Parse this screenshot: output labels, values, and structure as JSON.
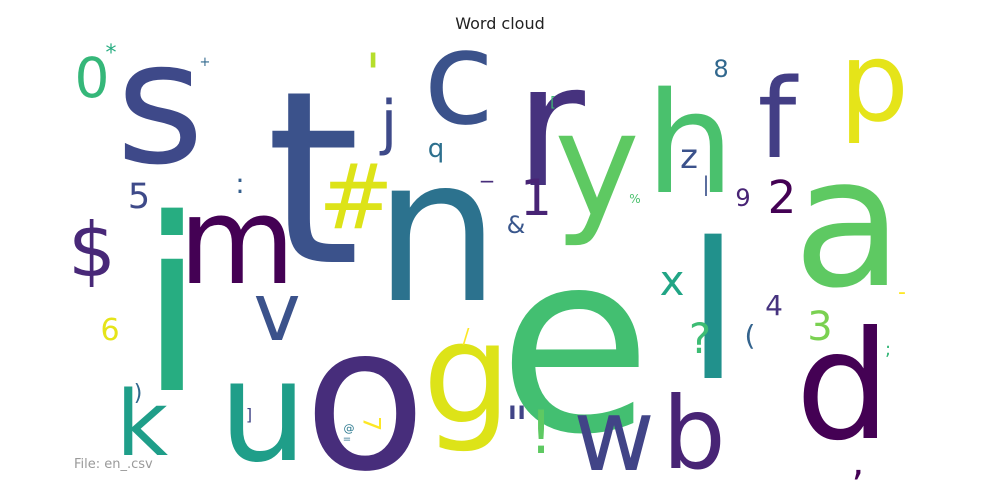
{
  "title": "Word cloud",
  "footer": "File: en_.csv",
  "chart_data": {
    "type": "wordcloud",
    "title": "Word cloud",
    "colormap": "viridis",
    "words": [
      {
        "text": "e",
        "weight": 100,
        "color": "#43bf71"
      },
      {
        "text": "t",
        "weight": 96,
        "color": "#3b528b"
      },
      {
        "text": "n",
        "weight": 90,
        "color": "#2c728e"
      },
      {
        "text": "s",
        "weight": 82,
        "color": "#3e4989"
      },
      {
        "text": "i",
        "weight": 80,
        "color": "#27ad81"
      },
      {
        "text": "o",
        "weight": 79,
        "color": "#472d7b"
      },
      {
        "text": "a",
        "weight": 76,
        "color": "#5ec962"
      },
      {
        "text": "r",
        "weight": 66,
        "color": "#46327e"
      },
      {
        "text": "l",
        "weight": 58,
        "color": "#21918c"
      },
      {
        "text": "d",
        "weight": 55,
        "color": "#440154"
      },
      {
        "text": "u",
        "weight": 51,
        "color": "#1f9e89"
      },
      {
        "text": "h",
        "weight": 51,
        "color": "#4ac16d"
      },
      {
        "text": "c",
        "weight": 50,
        "color": "#3b528b"
      },
      {
        "text": "y",
        "weight": 46,
        "color": "#5ec962"
      },
      {
        "text": "g",
        "weight": 44,
        "color": "#dde318"
      },
      {
        "text": "w",
        "weight": 43,
        "color": "#414487"
      },
      {
        "text": "b",
        "weight": 43,
        "color": "#482475"
      },
      {
        "text": "m",
        "weight": 42,
        "color": "#440154"
      },
      {
        "text": "f",
        "weight": 40,
        "color": "#433e85"
      },
      {
        "text": "p",
        "weight": 40,
        "color": "#e5e419"
      },
      {
        "text": "k",
        "weight": 30,
        "color": "#1f9e89"
      },
      {
        "text": "v",
        "weight": 28,
        "color": "#3b528b"
      },
      {
        "text": "#",
        "weight": 28,
        "color": "#dde318"
      },
      {
        "text": "$",
        "weight": 25,
        "color": "#482878"
      },
      {
        "text": "j",
        "weight": 16,
        "color": "#3e4a89"
      },
      {
        "text": "\"",
        "weight": 12,
        "color": "#414487"
      },
      {
        "text": "!",
        "weight": 15,
        "color": "#5ec962"
      },
      {
        "text": "0",
        "weight": 13,
        "color": "#35b779"
      },
      {
        "text": "'",
        "weight": 12,
        "color": "#b5de2b"
      },
      {
        "text": "1",
        "weight": 14,
        "color": "#482475"
      },
      {
        "text": "2",
        "weight": 12,
        "color": "#440154"
      },
      {
        "text": "3",
        "weight": 10,
        "color": "#7ad151"
      },
      {
        "text": "x",
        "weight": 10,
        "color": "#21a585"
      },
      {
        "text": "?",
        "weight": 10,
        "color": "#3dbc74"
      },
      {
        "text": "5",
        "weight": 8,
        "color": "#3e4a89"
      },
      {
        "text": "z",
        "weight": 8,
        "color": "#3b528b"
      },
      {
        "text": ",",
        "weight": 8,
        "color": "#440154"
      },
      {
        "text": "6",
        "weight": 7,
        "color": "#e5e419"
      },
      {
        "text": "4",
        "weight": 7,
        "color": "#46337f"
      },
      {
        "text": "(",
        "weight": 6,
        "color": "#33638d"
      },
      {
        "text": "q",
        "weight": 6,
        "color": "#2d708e"
      },
      {
        "text": "8",
        "weight": 6,
        "color": "#31688e"
      },
      {
        "text": "9",
        "weight": 6,
        "color": "#482475"
      },
      {
        "text": ":",
        "weight": 6,
        "color": "#355f8d"
      },
      {
        "text": "&",
        "weight": 6,
        "color": "#39568c"
      },
      {
        "text": "7",
        "weight": 6,
        "color": "#fde725"
      },
      {
        "text": ")",
        "weight": 5,
        "color": "#31688e"
      },
      {
        "text": "_",
        "weight": 5,
        "color": "#472d7b"
      },
      {
        "text": "-",
        "weight": 5,
        "color": "#fde725"
      },
      {
        "text": "*",
        "weight": 5,
        "color": "#27ad81"
      },
      {
        "text": "/",
        "weight": 4,
        "color": "#fde725"
      },
      {
        "text": "|",
        "weight": 4,
        "color": "#3b528b"
      },
      {
        "text": ";",
        "weight": 3,
        "color": "#35b779"
      },
      {
        "text": "]",
        "weight": 3,
        "color": "#414487"
      },
      {
        "text": "[",
        "weight": 3,
        "color": "#3dbc74"
      },
      {
        "text": "+",
        "weight": 3,
        "color": "#31688e"
      },
      {
        "text": "%",
        "weight": 3,
        "color": "#4ac16d"
      },
      {
        "text": "@",
        "weight": 2,
        "color": "#2a788e"
      },
      {
        "text": "=",
        "weight": 2,
        "color": "#2d708e"
      }
    ]
  }
}
